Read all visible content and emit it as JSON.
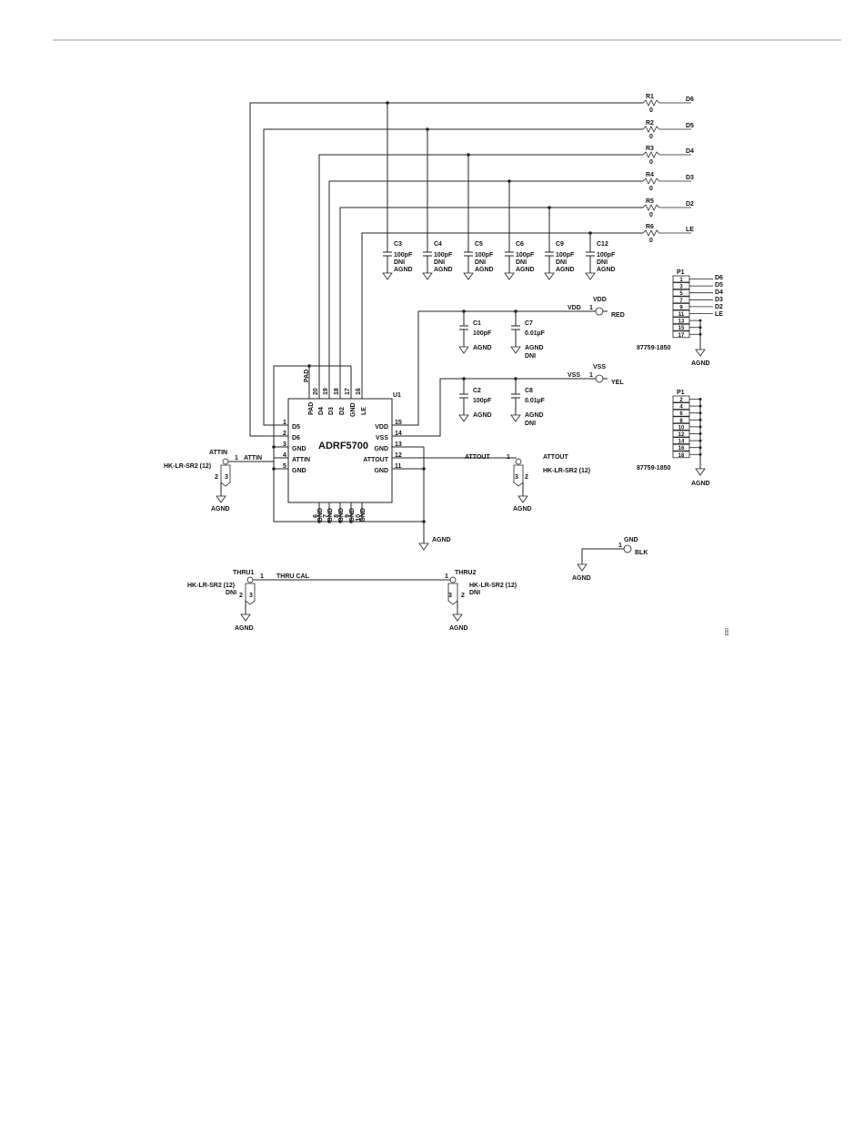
{
  "u1": {
    "ref": "U1",
    "part": "ADRF5700",
    "left_pins": [
      {
        "num": "1",
        "name": "D5"
      },
      {
        "num": "2",
        "name": "D6"
      },
      {
        "num": "3",
        "name": "GND"
      },
      {
        "num": "4",
        "name": "ATTIN"
      },
      {
        "num": "5",
        "name": "GND"
      }
    ],
    "right_pins": [
      {
        "num": "15",
        "name": "VDD"
      },
      {
        "num": "14",
        "name": "VSS"
      },
      {
        "num": "13",
        "name": "GND"
      },
      {
        "num": "12",
        "name": "ATTOUT"
      },
      {
        "num": "11",
        "name": "GND"
      }
    ],
    "top_pins": [
      {
        "num": "20",
        "name": "D4"
      },
      {
        "num": "19",
        "name": "D3"
      },
      {
        "num": "18",
        "name": "D2"
      },
      {
        "num": "17",
        "name": "GND"
      },
      {
        "num": "16",
        "name": "LE"
      }
    ],
    "pad_label": "PAD",
    "bottom_pins": [
      {
        "num": "6",
        "name": "GND"
      },
      {
        "num": "7",
        "name": "GND"
      },
      {
        "num": "8",
        "name": "GND"
      },
      {
        "num": "9",
        "name": "GND"
      },
      {
        "num": "10",
        "name": "GND"
      }
    ]
  },
  "resistors": [
    {
      "ref": "R1",
      "value": "0",
      "net": "D6"
    },
    {
      "ref": "R2",
      "value": "0",
      "net": "D5"
    },
    {
      "ref": "R3",
      "value": "0",
      "net": "D4"
    },
    {
      "ref": "R4",
      "value": "0",
      "net": "D3"
    },
    {
      "ref": "R5",
      "value": "0",
      "net": "D2"
    },
    {
      "ref": "R6",
      "value": "0",
      "net": "LE"
    }
  ],
  "digital_caps": [
    {
      "ref": "C3",
      "value": "100pF",
      "note": "DNI",
      "gnd": "AGND"
    },
    {
      "ref": "C4",
      "value": "100pF",
      "note": "DNI",
      "gnd": "AGND"
    },
    {
      "ref": "C5",
      "value": "100pF",
      "note": "DNI",
      "gnd": "AGND"
    },
    {
      "ref": "C6",
      "value": "100pF",
      "note": "DNI",
      "gnd": "AGND"
    },
    {
      "ref": "C9",
      "value": "100pF",
      "note": "DNI",
      "gnd": "AGND"
    },
    {
      "ref": "C12",
      "value": "100pF",
      "note": "DNI",
      "gnd": "AGND"
    }
  ],
  "supply_caps": [
    {
      "ref": "C1",
      "value": "100pF",
      "gnd": "AGND",
      "note": ""
    },
    {
      "ref": "C7",
      "value": "0.01µF",
      "gnd": "AGND",
      "note": "DNI"
    },
    {
      "ref": "C2",
      "value": "100pF",
      "gnd": "AGND",
      "note": ""
    },
    {
      "ref": "C8",
      "value": "0.01µF",
      "gnd": "AGND",
      "note": "DNI"
    }
  ],
  "test_points": [
    {
      "net": "VDD",
      "title": "VDD",
      "pin": "1",
      "color": "RED"
    },
    {
      "net": "VSS",
      "title": "VSS",
      "pin": "1",
      "color": "YEL"
    },
    {
      "net": "",
      "title": "GND",
      "pin": "1",
      "color": "BLK"
    }
  ],
  "header_top": {
    "ref": "P1",
    "pins": [
      "1",
      "3",
      "5",
      "7",
      "9",
      "11",
      "13",
      "15",
      "17"
    ],
    "nets": [
      "D6",
      "D5",
      "D4",
      "D3",
      "D2",
      "LE"
    ],
    "part": "87759-1850",
    "gnd": "AGND"
  },
  "header_bottom": {
    "ref": "P1",
    "pins": [
      "2",
      "4",
      "6",
      "8",
      "10",
      "12",
      "14",
      "16",
      "18"
    ],
    "part": "87759-1850",
    "gnd": "AGND"
  },
  "connectors": [
    {
      "ref": "ATTIN",
      "part": "HK-LR-SR2 (12)",
      "pin1": "1",
      "pin2": "2",
      "pin3": "3",
      "net": "ATTIN",
      "note": "",
      "gnd": "AGND"
    },
    {
      "ref": "ATTOUT",
      "part": "HK-LR-SR2 (12)",
      "pin1": "1",
      "pin2": "2",
      "pin3": "3",
      "net": "ATTOUT",
      "note": "",
      "gnd": "AGND"
    },
    {
      "ref": "THRU1",
      "part": "HK-LR-SR2 (12)",
      "pin1": "1",
      "pin2": "2",
      "pin3": "3",
      "net": "THRU CAL",
      "note": "DNI",
      "gnd": "AGND"
    },
    {
      "ref": "THRU2",
      "part": "HK-LR-SR2 (12)",
      "pin1": "1",
      "pin2": "2",
      "pin3": "3",
      "net": "",
      "note": "DNI",
      "gnd": "AGND"
    }
  ],
  "gnd_labels": {
    "main": "AGND",
    "gnd_tp": "AGND"
  },
  "figure_code": "003"
}
